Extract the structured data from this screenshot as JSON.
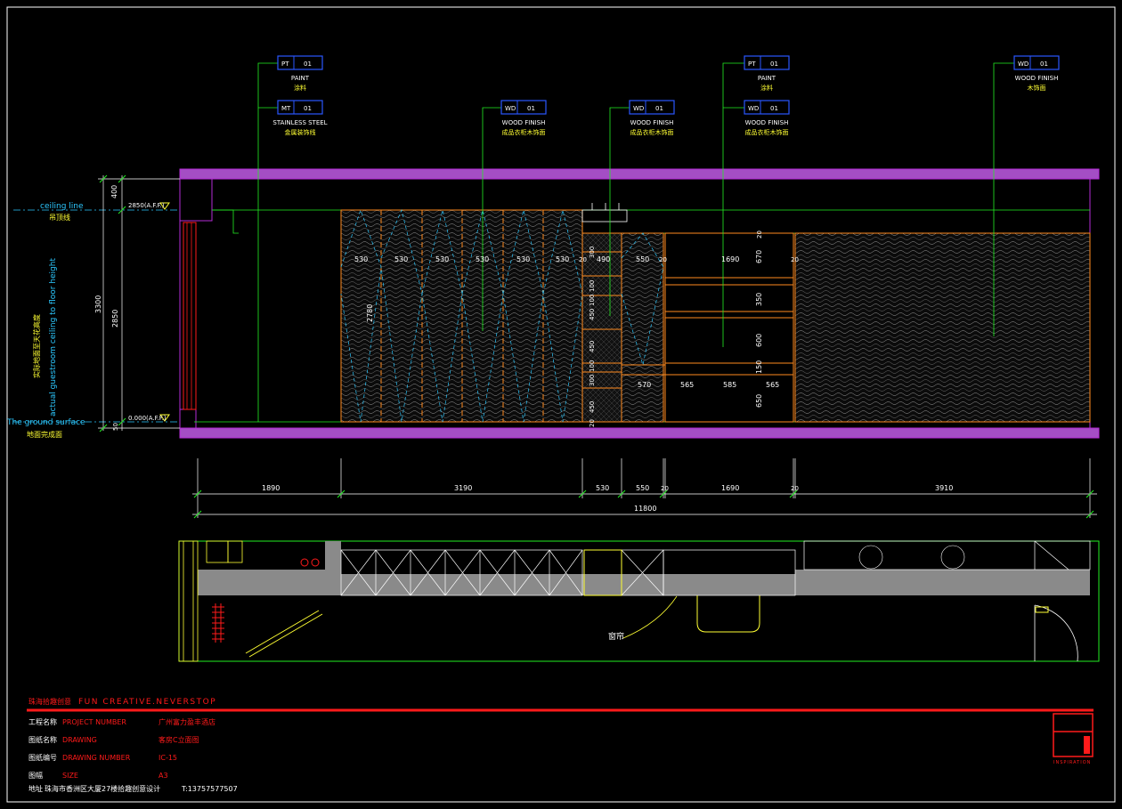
{
  "callouts": [
    {
      "code": "PT",
      "num": "01",
      "en": "PAINT",
      "cn": "涂料"
    },
    {
      "code": "MT",
      "num": "01",
      "en": "STAINLESS STEEL",
      "cn": "金属装饰线"
    },
    {
      "code": "WD",
      "num": "01",
      "en": "WOOD FINISH",
      "cn": "成品衣柜木饰面"
    },
    {
      "code": "WD",
      "num": "01",
      "en": "WOOD FINISH",
      "cn": "成品衣柜木饰面"
    },
    {
      "code": "PT",
      "num": "01",
      "en": "PAINT",
      "cn": "涂料"
    },
    {
      "code": "WD",
      "num": "01",
      "en": "WOOD FINISH",
      "cn": "成品衣柜木饰面"
    },
    {
      "code": "WD",
      "num": "01",
      "en": "WOOD FINISH",
      "cn": "木饰面"
    }
  ],
  "levels": {
    "ceiling_en": "ceiling line",
    "ceiling_cn": "吊顶线",
    "ceiling_value": "2850(A.F.F.)",
    "ground_en": "The ground surface",
    "ground_cn": "地面完成面",
    "ground_value": "0.000(A.F.F.)",
    "height_en": "actual guestroom ceiling to floor height",
    "height_cn": "实际地面至天花高度"
  },
  "vertical_dims": [
    "400",
    "3300",
    "2850",
    "50"
  ],
  "inner_dims": {
    "panels": [
      "530",
      "530",
      "530",
      "530",
      "530",
      "530"
    ],
    "panel_height": "2780",
    "small": [
      "20",
      "490",
      "550",
      "20",
      "1690",
      "20"
    ],
    "shelf_heights": [
      "20",
      "670",
      "350",
      "600",
      "150",
      "650"
    ],
    "shelf_widths": [
      "570",
      "565",
      "585",
      "565"
    ],
    "column_stack": [
      "300",
      "100",
      "100",
      "450",
      "450",
      "100",
      "300",
      "450",
      "20"
    ]
  },
  "bottom_dims": [
    "1890",
    "3190",
    "530",
    "550",
    "20",
    "1690",
    "20",
    "3910"
  ],
  "total_dim": "11800",
  "plan_label": "窗帘",
  "title_block": {
    "company_cn": "珠海拾趣创意",
    "slogan": "FUN CREATIVE.NEVERSTOP",
    "rows": [
      {
        "cn": "工程名称",
        "en": "PROJECT NUMBER",
        "value": "广州富力盈丰酒店"
      },
      {
        "cn": "图纸名称",
        "en": "DRAWING",
        "value": "客房C立面图"
      },
      {
        "cn": "图纸编号",
        "en": "DRAWING NUMBER",
        "value": "IC-15"
      },
      {
        "cn": "图幅",
        "en": "SIZE",
        "value": "A3"
      }
    ],
    "address_cn": "地址",
    "address": "珠海市香洲区大厦27楼拾趣创意设计",
    "phone": "T:13757577507",
    "logo_text": "INSPIRATION"
  },
  "colors": {
    "frame": "#ffffff",
    "purple": "#b42bd6",
    "orange": "#ff8a1e",
    "green": "#22ee22",
    "cyan": "#2cc8ff",
    "yellow": "#ffff33",
    "red": "#ff1a1a",
    "blue": "#2a56ff",
    "gray": "#8a8a8a"
  }
}
